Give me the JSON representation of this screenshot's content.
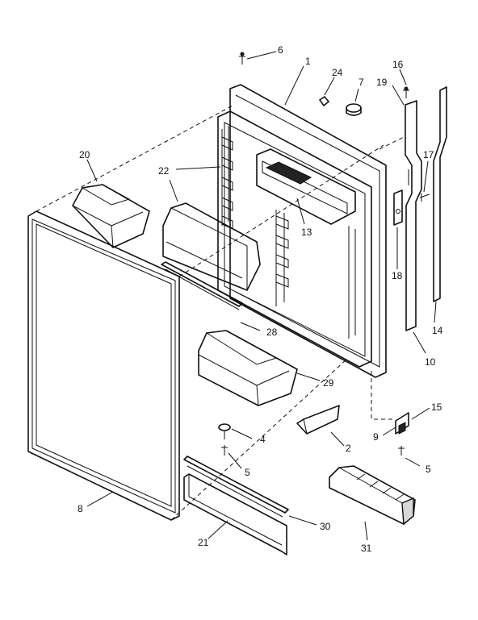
{
  "diagram": {
    "callouts": [
      "6",
      "1",
      "24",
      "7",
      "16",
      "19",
      "17",
      "20",
      "22",
      "13",
      "18",
      "14",
      "28",
      "10",
      "29",
      "15",
      "9",
      "2",
      "4",
      "5",
      "5",
      "8",
      "30",
      "21",
      "31"
    ]
  }
}
